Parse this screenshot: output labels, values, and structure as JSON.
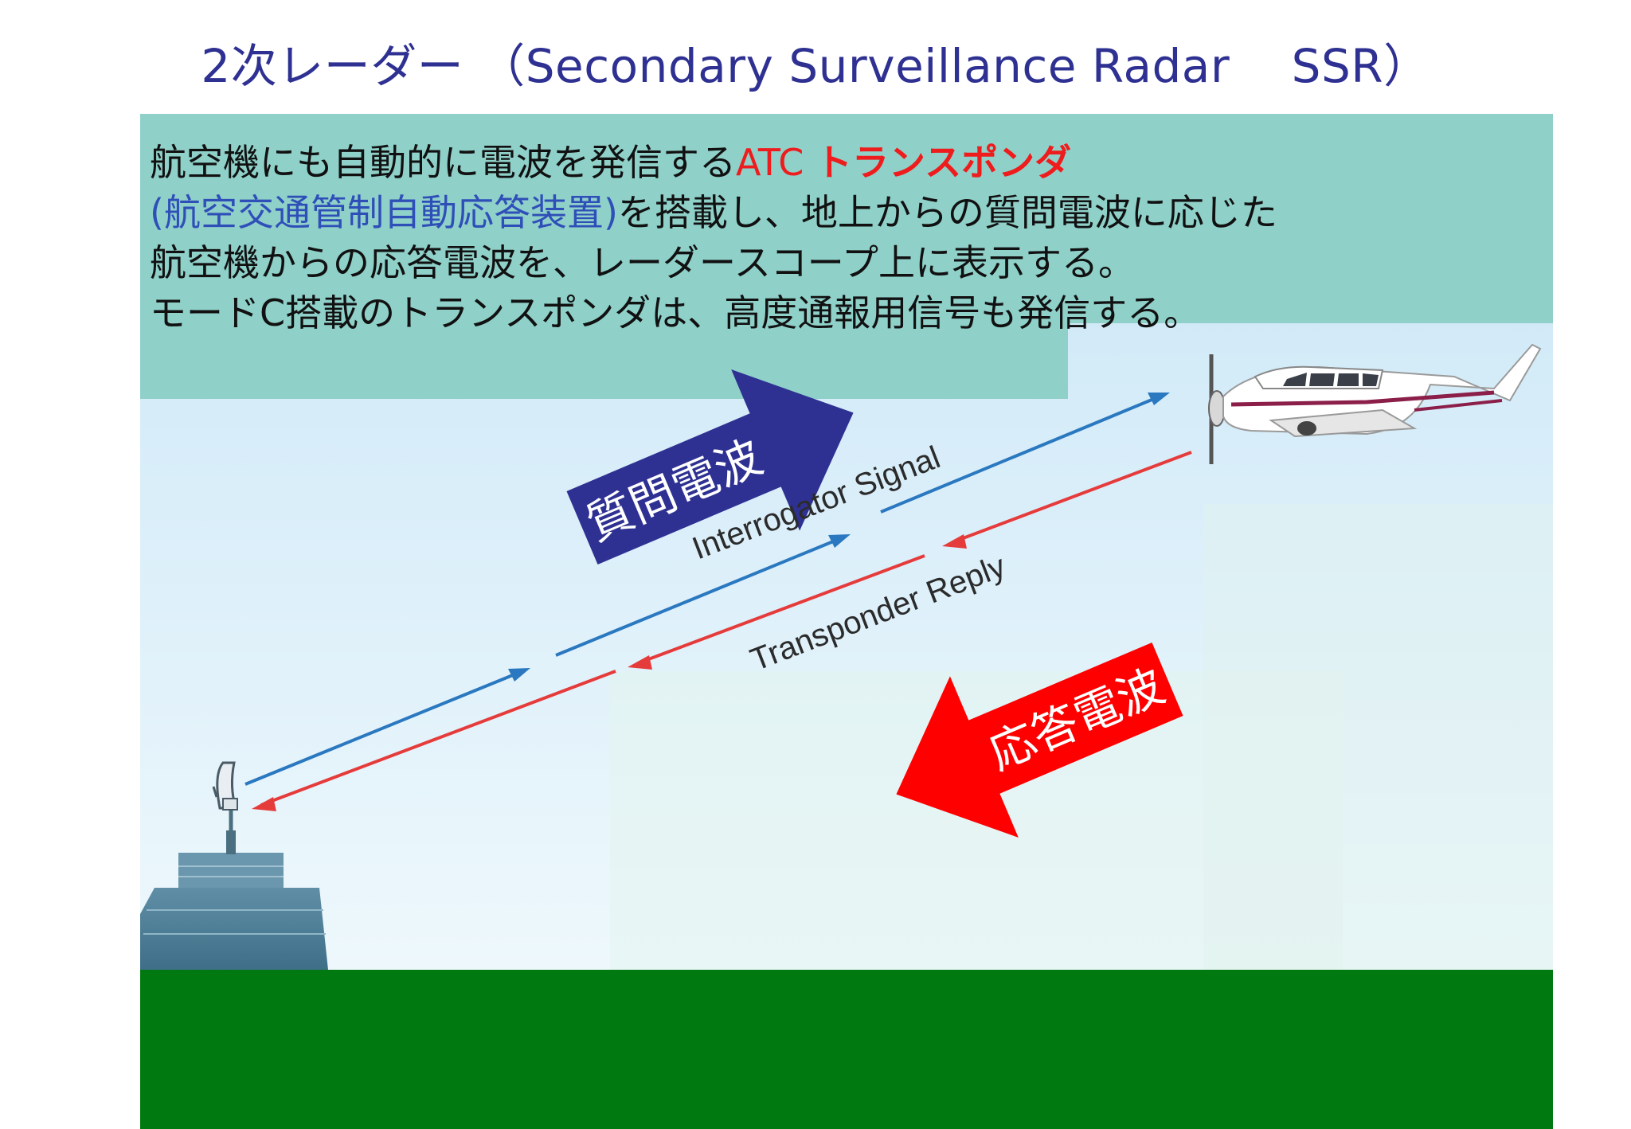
{
  "title": "2次レーダー （Secondary Surveillance Radar　 SSR）",
  "description": {
    "line1_prefix": "航空機にも自動的に電波を発信する",
    "line1_atc": "ATC ",
    "line1_transponder": "トランスポンダ",
    "line2_blue": "(航空交通管制自動応答装置)",
    "line2_rest": "を搭載し、地上からの質問電波に応じた",
    "line3": "航空機からの応答電波を、レーダースコープ上に表示する。",
    "line4": "モードC搭載のトランスポンダは、高度通報用信号も発信する。"
  },
  "diagram": {
    "interrogation_arrow_label": "質問電波",
    "reply_arrow_label": "応答電波",
    "interrogator_signal_label": "Interrogator Signal",
    "transponder_reply_label": "Transponder Reply"
  },
  "colors": {
    "title": "#2e3192",
    "interrogation_arrow": "#2e3192",
    "reply_arrow": "#ff0000",
    "interrogator_signal_line": "#2a78c0",
    "transponder_reply_line": "#e53b3b",
    "ground": "#007a10",
    "text_panel": "#8fcfc8",
    "sky_top": "#cde8f7",
    "sky_bottom": "#eaf6fb"
  }
}
